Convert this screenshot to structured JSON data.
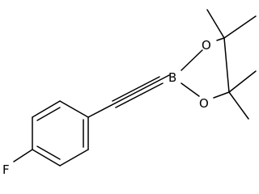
{
  "molecule": {
    "atoms": {
      "fluorine": "F",
      "boron": "B",
      "oxygen_top": "O",
      "oxygen_bottom": "O"
    }
  }
}
